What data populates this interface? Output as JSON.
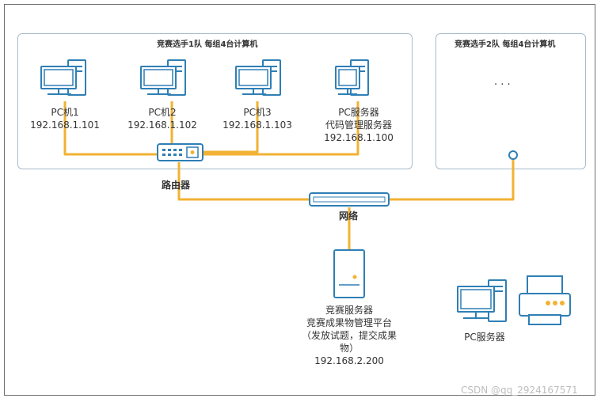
{
  "team1": {
    "title": "竞赛选手1队  每组4台计算机"
  },
  "team2": {
    "title": "竞赛选手2队  每组4台计算机",
    "ellipsis": "· · ·"
  },
  "pcs": [
    {
      "name": "PC机1",
      "ip": "192.168.1.101"
    },
    {
      "name": "PC机2",
      "ip": "192.168.1.102"
    },
    {
      "name": "PC机3",
      "ip": "192.168.1.103"
    }
  ],
  "pc_server": {
    "name": "PC服务器",
    "role": "代码管理服务器",
    "ip": "192.168.1.100"
  },
  "router": {
    "label": "路由器"
  },
  "network": {
    "label": "网络"
  },
  "competition_server": {
    "line1": "竞赛服务器",
    "line2": "竞赛成果物管理平台",
    "line3": "（发放试题，提交成果",
    "line4": "物）",
    "ip": "192.168.2.200"
  },
  "standalone": {
    "label": "PC服务器"
  },
  "watermark": "CSDN @qq_2924167571",
  "colors": {
    "line": "#f2b233",
    "device": "#2f7fb5",
    "box": "#a9bccb"
  }
}
